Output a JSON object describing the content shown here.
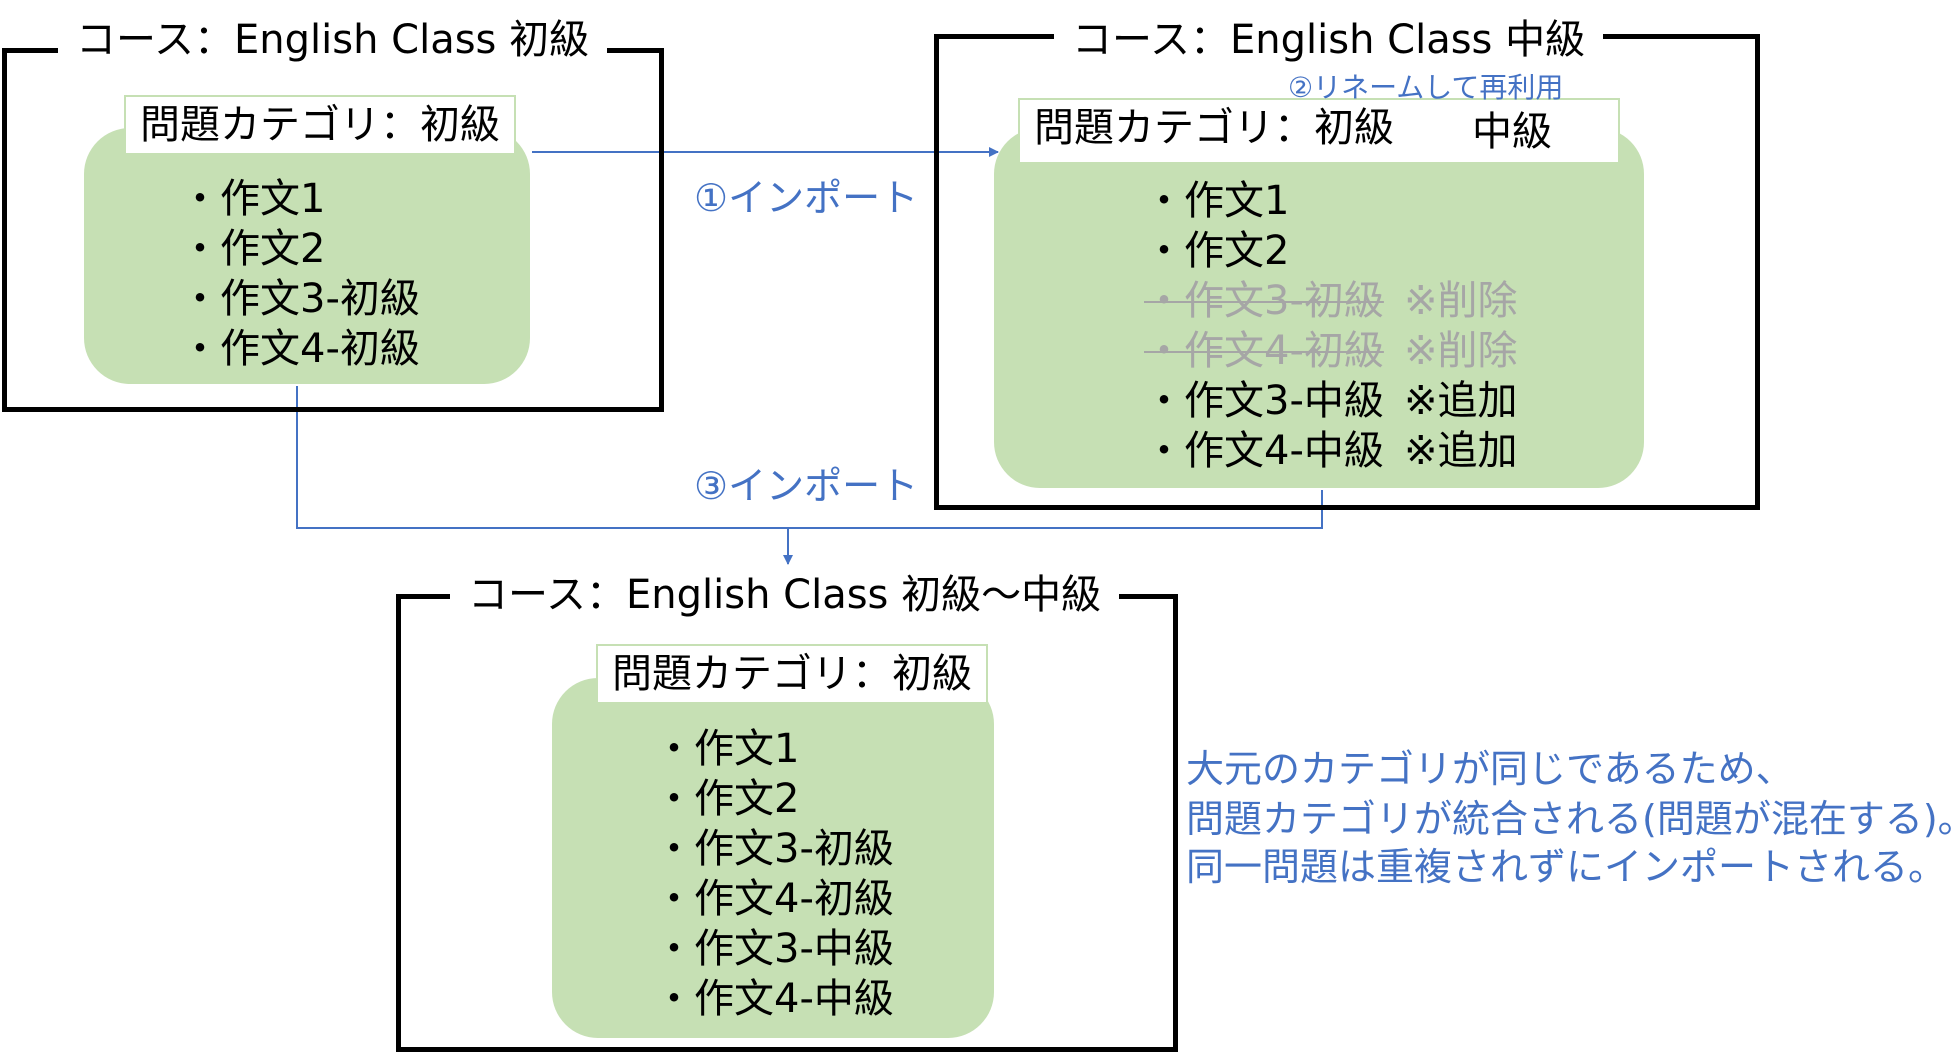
{
  "course_beginner": {
    "title": "コース：English Class 初級",
    "category": "問題カテゴリ：初級",
    "items": [
      "・作文1",
      "・作文2",
      "・作文3-初級",
      "・作文4-初級"
    ]
  },
  "course_intermediate": {
    "title": "コース：English Class 中級",
    "category_from": "問題カテゴリ：初級",
    "category_to": "中級",
    "rename_note": "②リネームして再利用",
    "items": [
      {
        "text": "・作文1",
        "note": ""
      },
      {
        "text": "・作文2",
        "note": ""
      },
      {
        "text": "・作文3-初級",
        "note": "※削除"
      },
      {
        "text": "・作文4-初級",
        "note": "※削除"
      },
      {
        "text": "・作文3-中級",
        "note": "※追加"
      },
      {
        "text": "・作文4-中級",
        "note": "※追加"
      }
    ]
  },
  "course_combined": {
    "title": "コース：English Class 初級～中級",
    "category": "問題カテゴリ：初級",
    "items": [
      "・作文1",
      "・作文2",
      "・作文3-初級",
      "・作文4-初級",
      "・作文3-中級",
      "・作文4-中級"
    ]
  },
  "arrows": {
    "import_1": "①インポート",
    "import_3": "③インポート"
  },
  "explanation": [
    "大元のカテゴリが同じであるため、",
    "問題カテゴリが統合される(問題が混在する)。",
    "同一問題は重複されずにインポートされる。"
  ],
  "colors": {
    "green_fill": "#c6e0b4",
    "blue_accent": "#4472c4",
    "deleted_gray": "#a6a6a6"
  }
}
